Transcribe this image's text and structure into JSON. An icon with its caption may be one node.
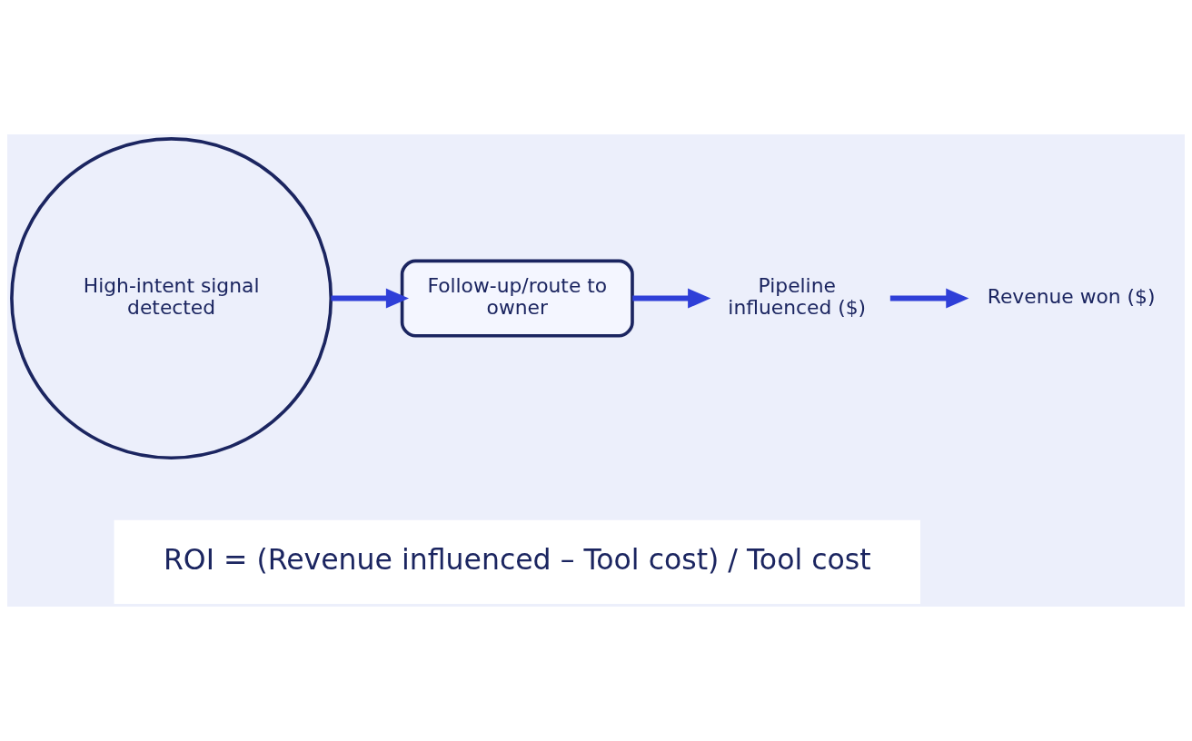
{
  "diagram": {
    "nodes": [
      {
        "text": [
          "High-intent signal detected"
        ]
      },
      {
        "text": [
          "Follow-up/route to owner"
        ]
      },
      {
        "text": [
          "Pipeline influenced ($)"
        ]
      },
      {
        "text": [
          "Revenue won ($)"
        ]
      }
    ],
    "edges": [
      {
        "from": 0,
        "to": 1,
        "arrow": "to"
      },
      {
        "from": 1,
        "to": 2,
        "arrow": "to"
      },
      {
        "from": 2,
        "to": 3,
        "arrow": "to"
      }
    ],
    "labels": [
      "ROI = (Revenue influenced – Tool cost) / Tool cost"
    ]
  }
}
